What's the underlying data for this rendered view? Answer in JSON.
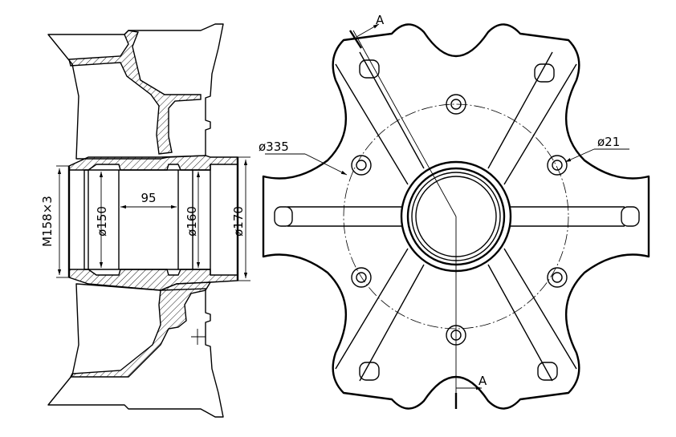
{
  "labels": {
    "thread": "M158×3",
    "dia150": "ø150",
    "width95": "95",
    "dia160": "ø160",
    "dia170": "ø170",
    "dia335": "ø335",
    "dia21": "ø21",
    "sectionTop": "A",
    "sectionBottom": "A"
  },
  "colors": {
    "line": "#000000",
    "background": "#ffffff"
  }
}
